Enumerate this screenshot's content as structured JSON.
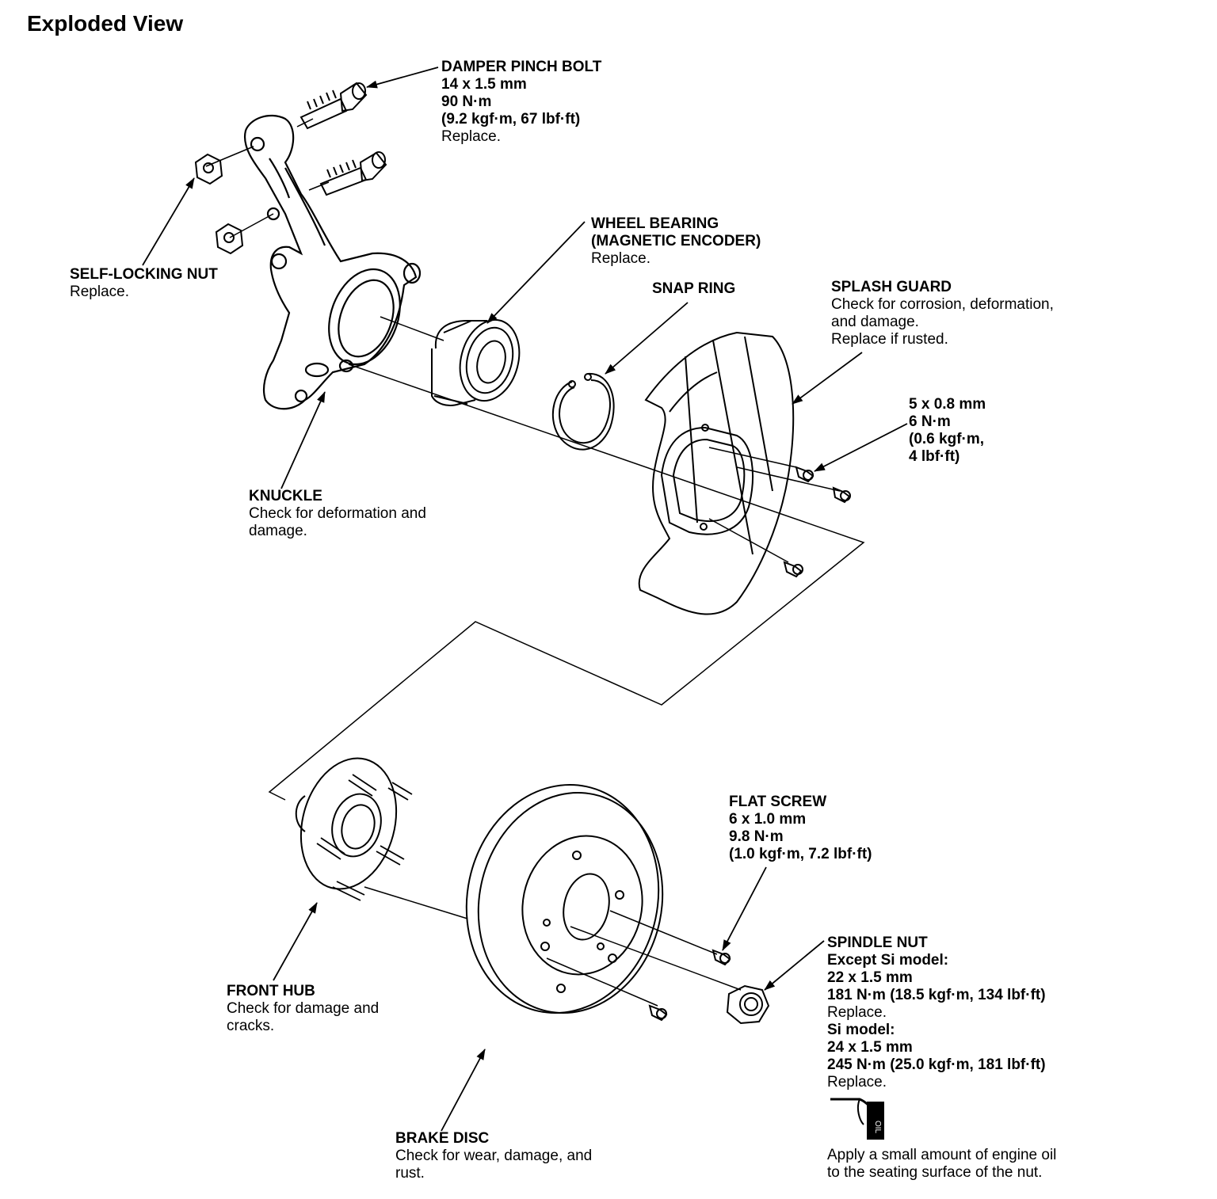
{
  "title": "Exploded View",
  "labels": {
    "damper_pinch_bolt": {
      "name": "DAMPER PINCH BOLT",
      "size": "14 x 1.5 mm",
      "torque": "90 N·m",
      "torque_alt": "(9.2 kgf·m, 67 lbf·ft)",
      "note": "Replace."
    },
    "self_locking_nut": {
      "name": "SELF-LOCKING NUT",
      "note": "Replace."
    },
    "wheel_bearing": {
      "name": "WHEEL BEARING",
      "name2": "(MAGNETIC ENCODER)",
      "note": "Replace."
    },
    "snap_ring": {
      "name": "SNAP RING"
    },
    "splash_guard": {
      "name": "SPLASH GUARD",
      "note1": "Check for corrosion, deformation,",
      "note2": "and damage.",
      "note3": "Replace if rusted."
    },
    "splash_screw": {
      "size": "5 x 0.8 mm",
      "torque": "6 N·m",
      "torque_alt1": "(0.6 kgf·m,",
      "torque_alt2": "4 lbf·ft)"
    },
    "knuckle": {
      "name": "KNUCKLE",
      "note1": "Check for deformation and",
      "note2": "damage."
    },
    "flat_screw": {
      "name": "FLAT SCREW",
      "size": "6 x 1.0 mm",
      "torque": "9.8 N·m",
      "torque_alt": "(1.0 kgf·m, 7.2 lbf·ft)"
    },
    "spindle_nut": {
      "name": "SPINDLE NUT",
      "model1": "Except Si model:",
      "size1": "22 x 1.5 mm",
      "torque1": "181 N·m (18.5 kgf·m, 134 lbf·ft)",
      "note1": "Replace.",
      "model2": "Si model:",
      "size2": "24 x 1.5 mm",
      "torque2": "245 N·m (25.0 kgf·m, 181 lbf·ft)",
      "note2": "Replace."
    },
    "front_hub": {
      "name": "FRONT HUB",
      "note1": "Check for damage and",
      "note2": "cracks."
    },
    "brake_disc": {
      "name": "BRAKE DISC",
      "note1": "Check for wear, damage, and",
      "note2": "rust."
    },
    "oil_note": {
      "can_label": "OIL",
      "line1": "Apply a small amount of engine oil",
      "line2": "to the seating surface of the nut."
    }
  }
}
